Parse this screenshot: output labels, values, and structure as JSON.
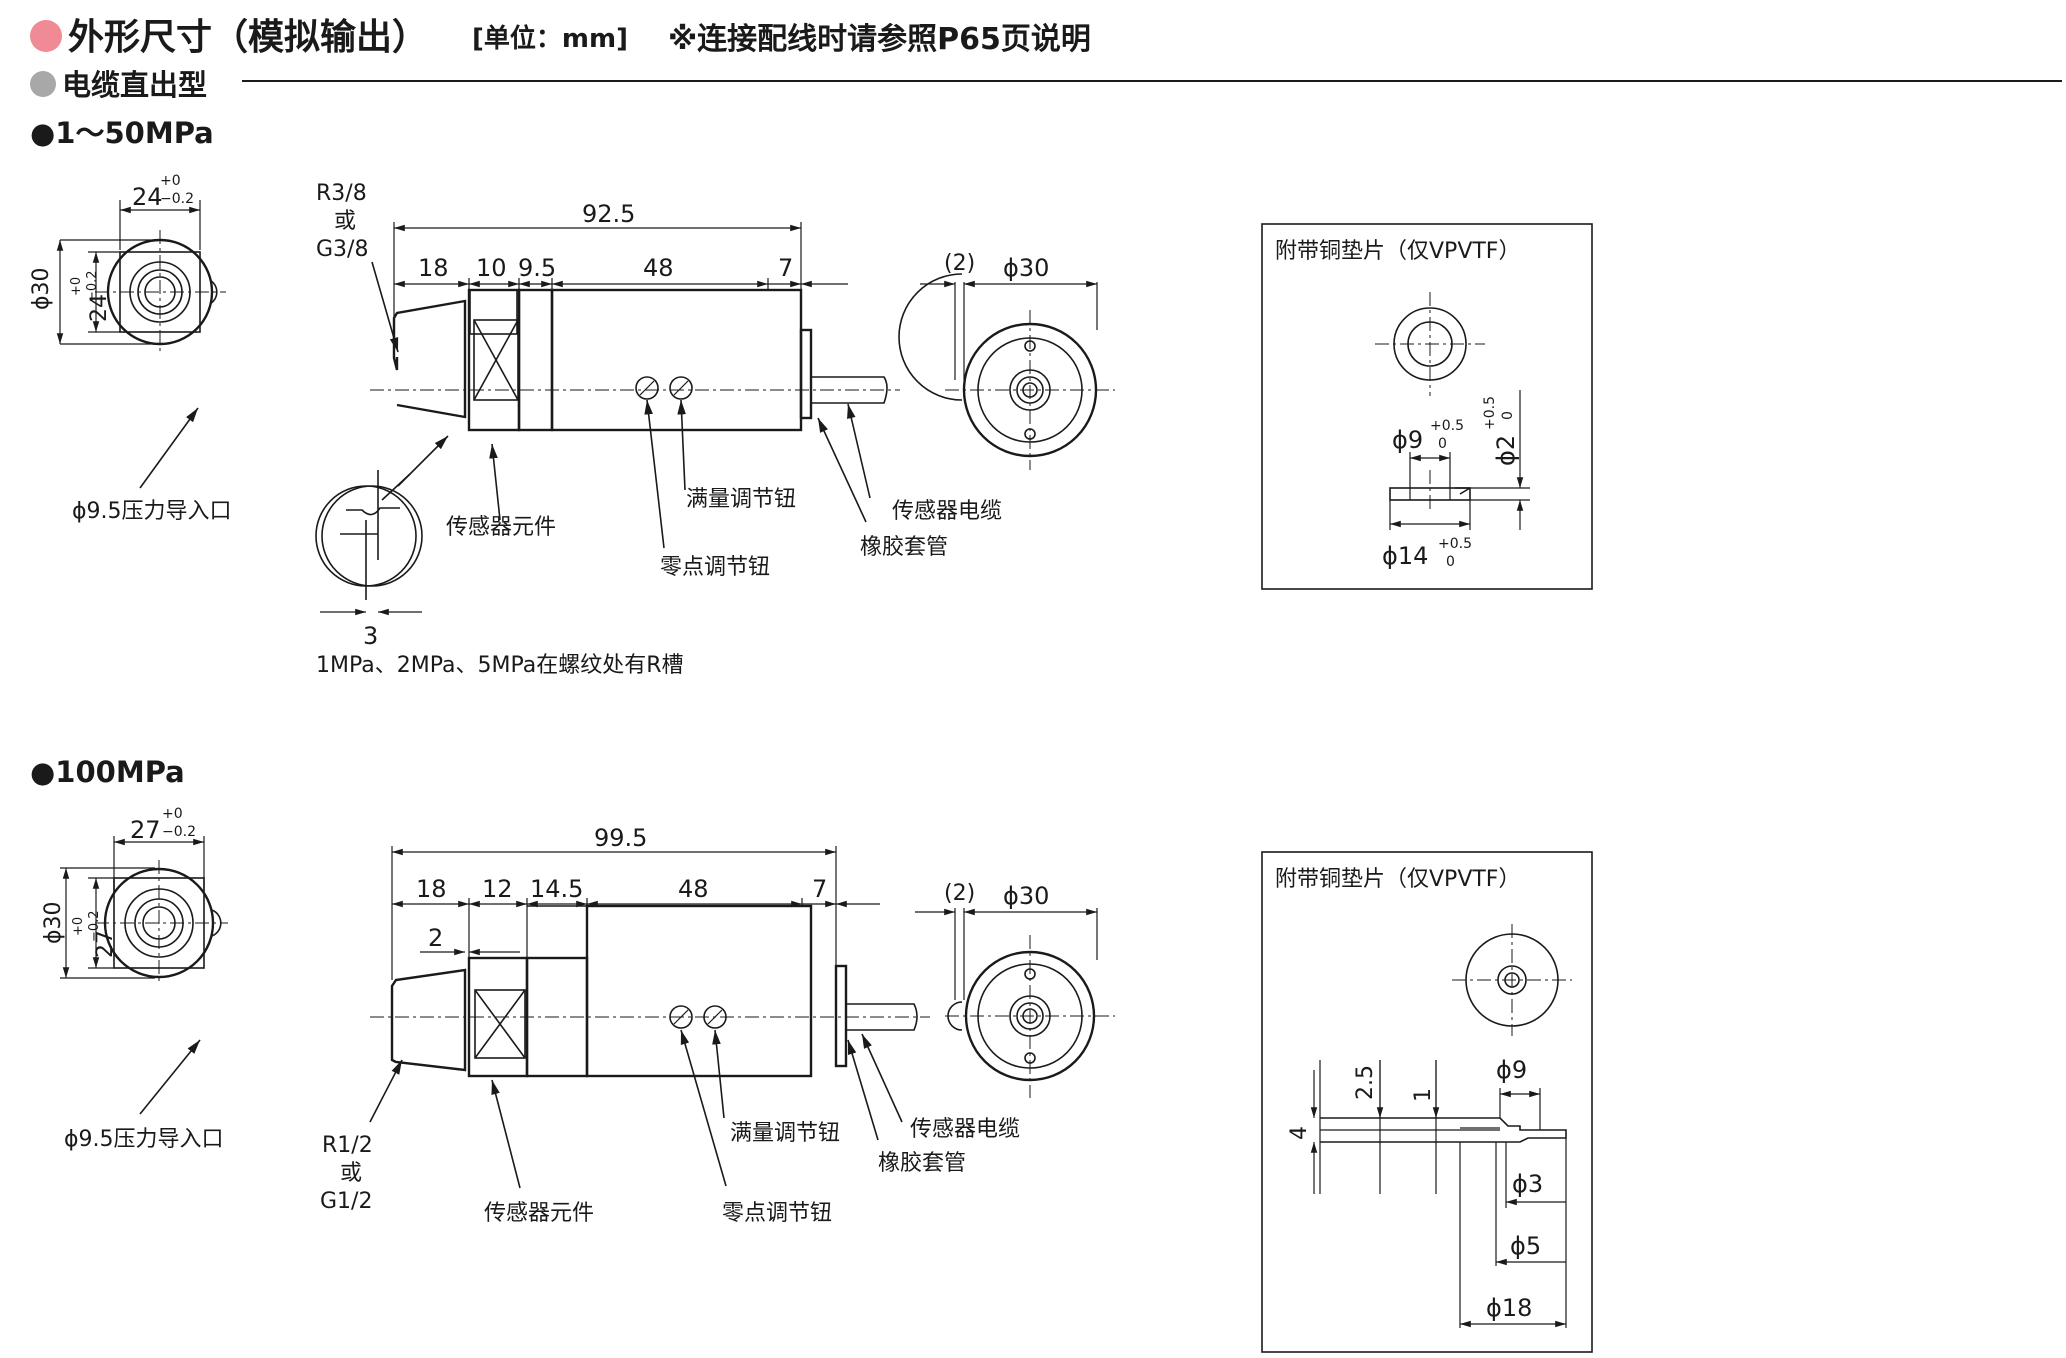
{
  "header": {
    "title": "外形尺寸（模拟输出）",
    "unit": "[单位：mm]",
    "note": "※连接配线时请参照P65页说明",
    "subtitle": "电缆直出型"
  },
  "sections": [
    {
      "heading": "●1～50MPa",
      "dims": {
        "front_width": "24",
        "front_width_tol_upper": "+0",
        "front_width_tol_lower": "−0.2",
        "front_dia": "ϕ30",
        "front_height": "24",
        "front_height_tol_upper": "+0",
        "front_height_tol_lower": "−0.2",
        "thread": [
          "R3/8",
          "或",
          "G3/8"
        ],
        "total": "92.5",
        "seg": [
          "18",
          "10",
          "9.5",
          "48",
          "7"
        ],
        "gap": "(2)",
        "rear_dia": "ϕ30",
        "groove": "3"
      },
      "labels": {
        "port": "ϕ9.5压力导入口",
        "element": "传感器元件",
        "full_adjust": "满量调节钮",
        "zero_adjust": "零点调节钮",
        "cable": "传感器电缆",
        "sleeve": "橡胶套管",
        "groove_note": "1MPa、2MPa、5MPa在螺纹处有R槽"
      },
      "washer": {
        "title": "附带铜垫片（仅VPVTF）",
        "inner": "ϕ9",
        "inner_tol_upper": "+0.5",
        "inner_tol_lower": "0",
        "outer": "ϕ14",
        "outer_tol_upper": "+0.5",
        "outer_tol_lower": "0",
        "thick": "ϕ2",
        "thick_tol_upper": "+0.5",
        "thick_tol_lower": "0"
      }
    },
    {
      "heading": "●100MPa",
      "dims": {
        "front_width": "27",
        "front_width_tol_upper": "+0",
        "front_width_tol_lower": "−0.2",
        "front_dia": "ϕ30",
        "front_height": "27",
        "front_height_tol_upper": "+0",
        "front_height_tol_lower": "−0.2",
        "thread": [
          "R1/2",
          "或",
          "G1/2"
        ],
        "total": "99.5",
        "seg": [
          "18",
          "12",
          "14.5",
          "48",
          "7"
        ],
        "step": "2",
        "gap": "(2)",
        "rear_dia": "ϕ30"
      },
      "labels": {
        "port": "ϕ9.5压力导入口",
        "element": "传感器元件",
        "full_adjust": "满量调节钮",
        "zero_adjust": "零点调节钮",
        "cable": "传感器电缆",
        "sleeve": "橡胶套管"
      },
      "washer": {
        "title": "附带铜垫片（仅VPVTF）",
        "h1": "2.5",
        "h2": "1",
        "h3": "4",
        "d9": "ϕ9",
        "d3": "ϕ3",
        "d5": "ϕ5",
        "d18": "ϕ18"
      }
    }
  ]
}
